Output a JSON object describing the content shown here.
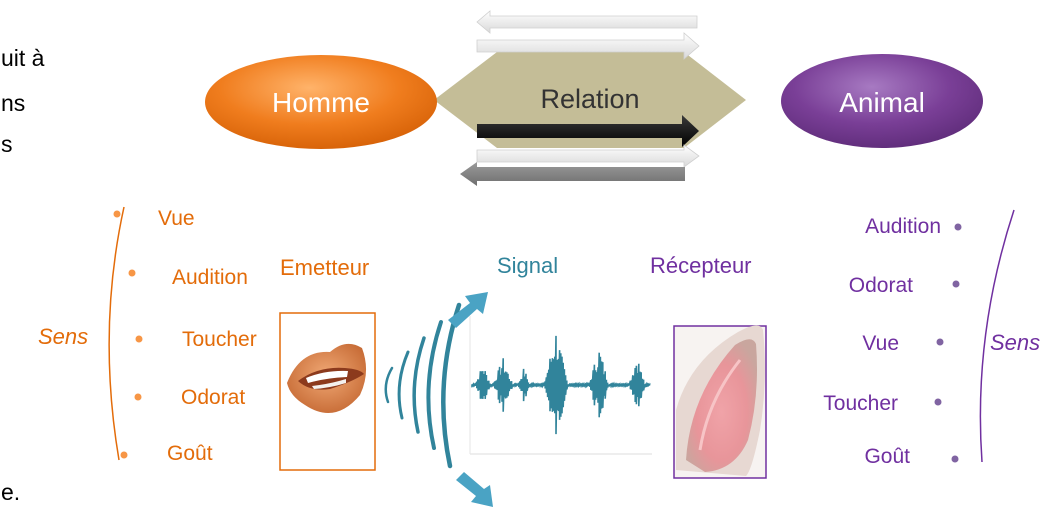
{
  "left_fragments": [
    "uit à",
    "ns",
    "s",
    "e."
  ],
  "human": {
    "label": "Homme",
    "sense_group_label": "Sens",
    "senses": [
      "Vue",
      "Audition",
      "Toucher",
      "Odorat",
      "Goût"
    ],
    "role_label": "Emetteur",
    "image_icon": "lips-icon"
  },
  "relation": {
    "label": "Relation"
  },
  "signal": {
    "label": "Signal",
    "image_icon": "waveform-icon",
    "wave_icon": "sound-wave-icon"
  },
  "animal": {
    "label": "Animal",
    "sense_group_label": "Sens",
    "senses": [
      "Audition",
      "Odorat",
      "Vue",
      "Toucher",
      "Goût"
    ],
    "role_label": "Récepteur",
    "image_icon": "animal-ear-icon"
  },
  "colors": {
    "human": "#e36c0a",
    "signal": "#31849b",
    "animal": "#7030a0",
    "relation_band": "#c4bd97",
    "human_oval": "#f07d1e",
    "animal_oval": "#7a3f97"
  }
}
